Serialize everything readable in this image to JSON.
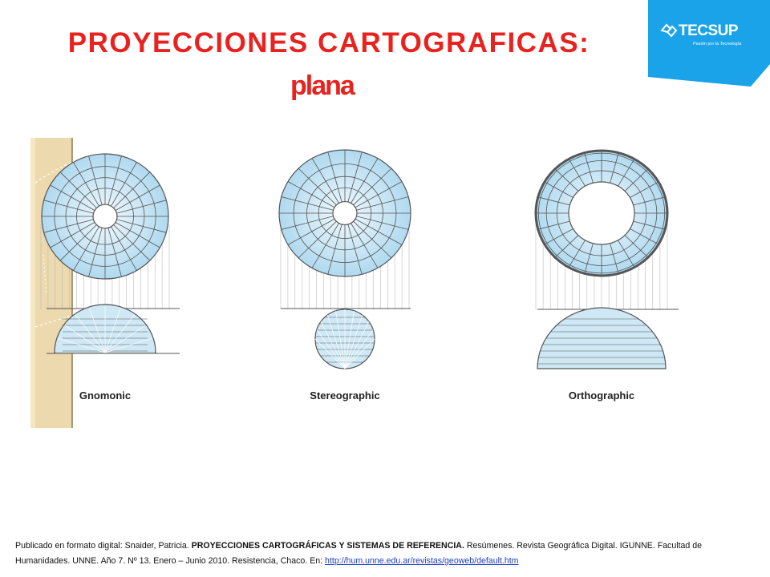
{
  "header": {
    "title": "PROYECCIONES CARTOGRAFICAS:",
    "subtitle": "plana"
  },
  "logo": {
    "brand": "TECSUP",
    "tagline": "Pasión por la Tecnología",
    "color": "#1aa3e8"
  },
  "diagram": {
    "labels": {
      "gnomonic": "Gnomonic",
      "stereographic": "Stereographic",
      "orthographic": "Orthographic"
    },
    "colors": {
      "line": "#555555",
      "fill": "#cfe8f5",
      "panel": "#ecd9ad"
    }
  },
  "citation": {
    "prefix": "Publicado en formato digital: Snaider, Patricia. ",
    "work_title": "PROYECCIONES CARTOGRÁFICAS Y SISTEMAS DE REFERENCIA.",
    "details": " Resúmenes. Revista Geográfica Digital. IGUNNE. Facultad de Humanidades. UNNE. Año 7. Nº 13. Enero – Junio 2010. Resistencia, Chaco. En: ",
    "link": "http://hum.unne.edu.ar/revistas/geoweb/default.htm"
  }
}
